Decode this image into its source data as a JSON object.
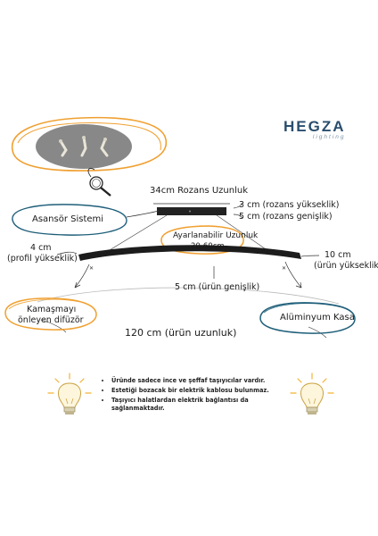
{
  "brand": {
    "name": "HEGZA",
    "tagline": "lighting"
  },
  "labels": {
    "rozans_length": "34cm Rozans Uzunluk",
    "rozans_height": "3 cm (rozans yükseklik)",
    "rozans_width": "5 cm (rozans genişlik)",
    "elevator": "Asansör Sistemi",
    "adjustable_length": "Ayarlanabilir Uzunluk",
    "adjustable_range": "20-60cm",
    "profile_height_value": "4 cm",
    "profile_height": "(profil yükseklik)",
    "product_height_value": "10 cm",
    "product_height": "(ürün yükseklik)",
    "product_width": "5 cm (ürün genişlik)",
    "diffuser_line1": "Kamaşmayı",
    "diffuser_line2": "önleyen difüzör",
    "aluminium_case": "Alüminyum Kasa",
    "product_length": "120 cm (ürün uzunluk)"
  },
  "notes": [
    "Üründe sadece ince ve şeffaf taşıyıcılar vardır.",
    "Estetiği bozacak bir elektrik kablosu bulunmaz.",
    "Taşıyıcı halatlardan elektrik bağlantısı da sağlanmaktadır."
  ],
  "icons": [
    "magnifier-icon",
    "lightbulb-icon"
  ],
  "colors": {
    "accent_orange": "#f0a030",
    "accent_blue": "#1f5f7a",
    "lamp_black": "#1c1c1c"
  }
}
